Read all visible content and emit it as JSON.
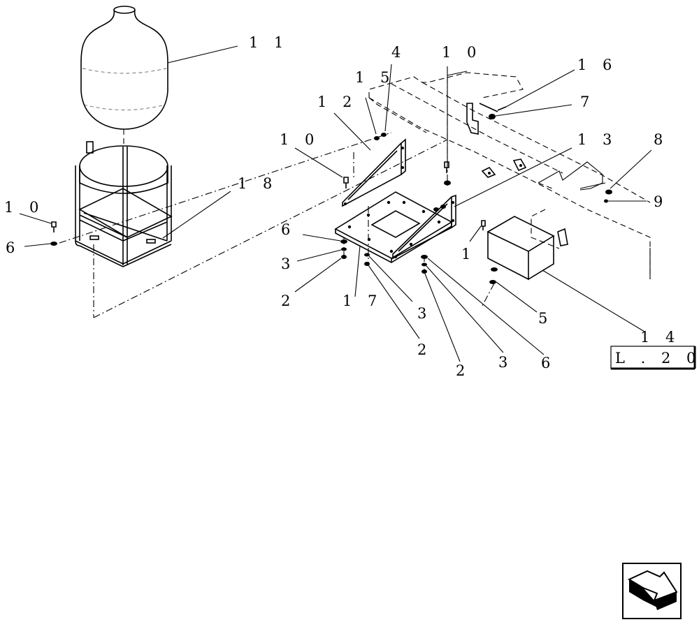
{
  "callouts": {
    "c11": "1 1",
    "c4": "4",
    "c10_top": "1 0",
    "c16": "1 6",
    "c15": "1 5",
    "c12": "1 2",
    "c7": "7",
    "c10_mid": "1 0",
    "c13": "1 3",
    "c8": "8",
    "c18": "1 8",
    "c9": "9",
    "c10_left": "1 0",
    "c6_left": "6",
    "c6_mid": "6",
    "c1": "1",
    "c3_a": "3",
    "c2_a": "2",
    "c17": "1 7",
    "c3_b": "3",
    "c5": "5",
    "c2_b": "2",
    "c14": "1 4",
    "c3_c": "3",
    "c6_right": "6",
    "c2_c": "2"
  },
  "reference": "L . 2 0 .",
  "nav": {
    "icon": "next-page-arrow-icon"
  }
}
